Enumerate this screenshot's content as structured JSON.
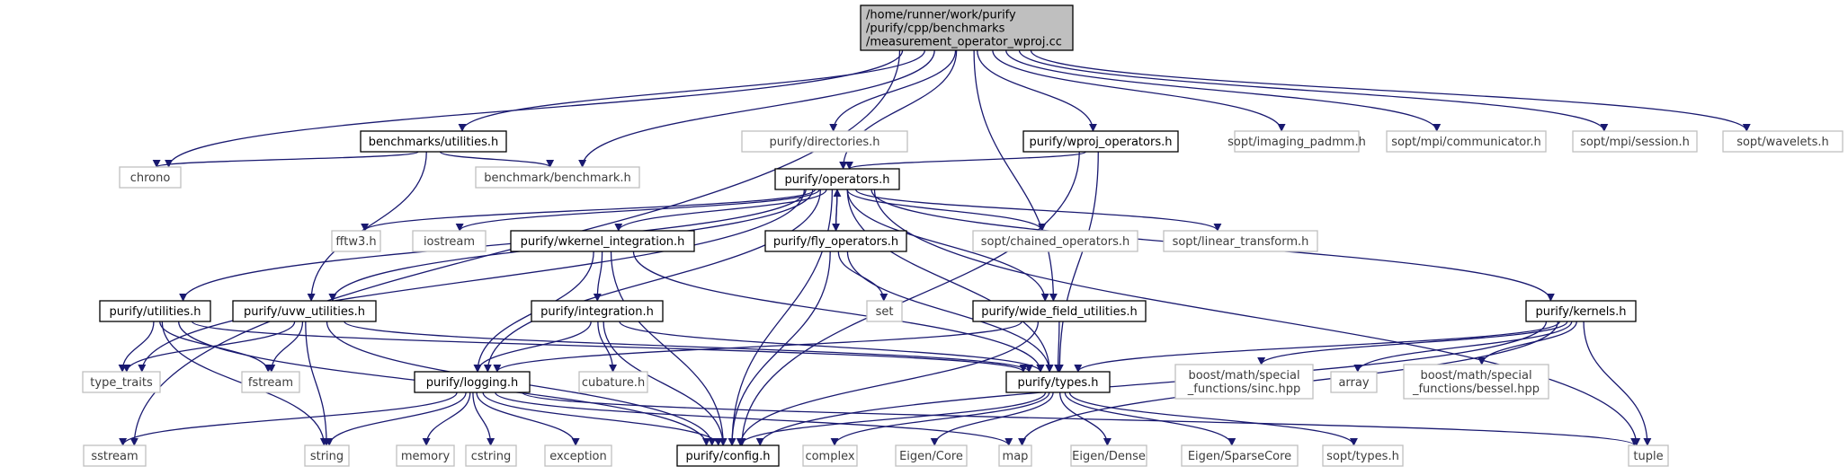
{
  "graph": {
    "nodes": {
      "root": {
        "lines": [
          "/home/runner/work/purify",
          "/purify/cpp/benchmarks",
          "/measurement_operator_wproj.cc"
        ],
        "kind": "root"
      },
      "bench_util": {
        "lines": [
          "benchmarks/utilities.h"
        ],
        "kind": "file"
      },
      "directories": {
        "lines": [
          "purify/directories.h"
        ],
        "kind": "ext"
      },
      "wproj_ops": {
        "lines": [
          "purify/wproj_operators.h"
        ],
        "kind": "file"
      },
      "imaging_padmm": {
        "lines": [
          "sopt/imaging_padmm.h"
        ],
        "kind": "ext"
      },
      "mpi_comm": {
        "lines": [
          "sopt/mpi/communicator.h"
        ],
        "kind": "ext"
      },
      "mpi_session": {
        "lines": [
          "sopt/mpi/session.h"
        ],
        "kind": "ext"
      },
      "wavelets": {
        "lines": [
          "sopt/wavelets.h"
        ],
        "kind": "ext"
      },
      "chrono": {
        "lines": [
          "chrono"
        ],
        "kind": "ext"
      },
      "benchmark": {
        "lines": [
          "benchmark/benchmark.h"
        ],
        "kind": "ext"
      },
      "operators": {
        "lines": [
          "purify/operators.h"
        ],
        "kind": "file"
      },
      "fftw3": {
        "lines": [
          "fftw3.h"
        ],
        "kind": "ext"
      },
      "iostream": {
        "lines": [
          "iostream"
        ],
        "kind": "ext"
      },
      "wkernel": {
        "lines": [
          "purify/wkernel_integration.h"
        ],
        "kind": "file"
      },
      "fly_ops": {
        "lines": [
          "purify/fly_operators.h"
        ],
        "kind": "file"
      },
      "chained": {
        "lines": [
          "sopt/chained_operators.h"
        ],
        "kind": "ext"
      },
      "linear": {
        "lines": [
          "sopt/linear_transform.h"
        ],
        "kind": "ext"
      },
      "set": {
        "lines": [
          "set"
        ],
        "kind": "ext"
      },
      "utilities": {
        "lines": [
          "purify/utilities.h"
        ],
        "kind": "file"
      },
      "uvw": {
        "lines": [
          "purify/uvw_utilities.h"
        ],
        "kind": "file"
      },
      "integration": {
        "lines": [
          "purify/integration.h"
        ],
        "kind": "file"
      },
      "wide_field": {
        "lines": [
          "purify/wide_field_utilities.h"
        ],
        "kind": "file"
      },
      "kernels": {
        "lines": [
          "purify/kernels.h"
        ],
        "kind": "file"
      },
      "type_traits": {
        "lines": [
          "type_traits"
        ],
        "kind": "ext"
      },
      "fstream": {
        "lines": [
          "fstream"
        ],
        "kind": "ext"
      },
      "logging": {
        "lines": [
          "purify/logging.h"
        ],
        "kind": "file"
      },
      "cubature": {
        "lines": [
          "cubature.h"
        ],
        "kind": "ext"
      },
      "types": {
        "lines": [
          "purify/types.h"
        ],
        "kind": "file"
      },
      "sinc": {
        "lines": [
          "boost/math/special",
          "_functions/sinc.hpp"
        ],
        "kind": "ext"
      },
      "array": {
        "lines": [
          "array"
        ],
        "kind": "ext"
      },
      "bessel": {
        "lines": [
          "boost/math/special",
          "_functions/bessel.hpp"
        ],
        "kind": "ext"
      },
      "sstream": {
        "lines": [
          "sstream"
        ],
        "kind": "ext"
      },
      "string": {
        "lines": [
          "string"
        ],
        "kind": "ext"
      },
      "memory": {
        "lines": [
          "memory"
        ],
        "kind": "ext"
      },
      "cstring": {
        "lines": [
          "cstring"
        ],
        "kind": "ext"
      },
      "exception": {
        "lines": [
          "exception"
        ],
        "kind": "ext"
      },
      "config": {
        "lines": [
          "purify/config.h"
        ],
        "kind": "file"
      },
      "complex": {
        "lines": [
          "complex"
        ],
        "kind": "ext"
      },
      "eigen_core": {
        "lines": [
          "Eigen/Core"
        ],
        "kind": "ext"
      },
      "map": {
        "lines": [
          "map"
        ],
        "kind": "ext"
      },
      "eigen_dense": {
        "lines": [
          "Eigen/Dense"
        ],
        "kind": "ext"
      },
      "eigen_sparse": {
        "lines": [
          "Eigen/SparseCore"
        ],
        "kind": "ext"
      },
      "sopt_types": {
        "lines": [
          "sopt/types.h"
        ],
        "kind": "ext"
      },
      "tuple": {
        "lines": [
          "tuple"
        ],
        "kind": "ext"
      }
    },
    "edges": [
      [
        "root",
        "sstream"
      ],
      [
        "root",
        "chrono"
      ],
      [
        "root",
        "bench_util"
      ],
      [
        "root",
        "benchmark"
      ],
      [
        "root",
        "directories"
      ],
      [
        "root",
        "operators"
      ],
      [
        "root",
        "wide_field"
      ],
      [
        "root",
        "wproj_ops"
      ],
      [
        "root",
        "imaging_padmm"
      ],
      [
        "root",
        "mpi_comm"
      ],
      [
        "root",
        "mpi_session"
      ],
      [
        "root",
        "wavelets"
      ],
      [
        "bench_util",
        "chrono"
      ],
      [
        "bench_util",
        "benchmark"
      ],
      [
        "bench_util",
        "uvw"
      ],
      [
        "wproj_ops",
        "operators"
      ],
      [
        "wproj_ops",
        "types"
      ],
      [
        "wproj_ops",
        "config"
      ],
      [
        "operators",
        "utilities"
      ],
      [
        "operators",
        "uvw"
      ],
      [
        "operators",
        "type_traits"
      ],
      [
        "operators",
        "fftw3"
      ],
      [
        "operators",
        "iostream"
      ],
      [
        "operators",
        "wkernel"
      ],
      [
        "operators",
        "fly_ops"
      ],
      [
        "operators",
        "chained"
      ],
      [
        "operators",
        "linear"
      ],
      [
        "operators",
        "wide_field"
      ],
      [
        "operators",
        "kernels"
      ],
      [
        "operators",
        "logging"
      ],
      [
        "operators",
        "config"
      ],
      [
        "operators",
        "types"
      ],
      [
        "operators",
        "tuple"
      ],
      [
        "fly_ops",
        "operators"
      ],
      [
        "fly_ops",
        "set"
      ],
      [
        "fly_ops",
        "types"
      ],
      [
        "fly_ops",
        "config"
      ],
      [
        "wkernel",
        "integration"
      ],
      [
        "wkernel",
        "logging"
      ],
      [
        "wkernel",
        "types"
      ],
      [
        "wkernel",
        "config"
      ],
      [
        "integration",
        "logging"
      ],
      [
        "integration",
        "cubature"
      ],
      [
        "integration",
        "types"
      ],
      [
        "integration",
        "config"
      ],
      [
        "utilities",
        "type_traits"
      ],
      [
        "utilities",
        "fstream"
      ],
      [
        "utilities",
        "string"
      ],
      [
        "utilities",
        "types"
      ],
      [
        "utilities",
        "config"
      ],
      [
        "uvw",
        "type_traits"
      ],
      [
        "uvw",
        "fstream"
      ],
      [
        "uvw",
        "string"
      ],
      [
        "uvw",
        "types"
      ],
      [
        "uvw",
        "config"
      ],
      [
        "wide_field",
        "logging"
      ],
      [
        "wide_field",
        "types"
      ],
      [
        "wide_field",
        "config"
      ],
      [
        "kernels",
        "types"
      ],
      [
        "kernels",
        "sinc"
      ],
      [
        "kernels",
        "array"
      ],
      [
        "kernels",
        "bessel"
      ],
      [
        "kernels",
        "tuple"
      ],
      [
        "kernels",
        "map"
      ],
      [
        "kernels",
        "config"
      ],
      [
        "logging",
        "sstream"
      ],
      [
        "logging",
        "string"
      ],
      [
        "logging",
        "memory"
      ],
      [
        "logging",
        "cstring"
      ],
      [
        "logging",
        "exception"
      ],
      [
        "logging",
        "config"
      ],
      [
        "logging",
        "map"
      ],
      [
        "logging",
        "tuple"
      ],
      [
        "types",
        "config"
      ],
      [
        "types",
        "complex"
      ],
      [
        "types",
        "eigen_core"
      ],
      [
        "types",
        "eigen_dense"
      ],
      [
        "types",
        "eigen_sparse"
      ],
      [
        "types",
        "sopt_types"
      ]
    ]
  }
}
